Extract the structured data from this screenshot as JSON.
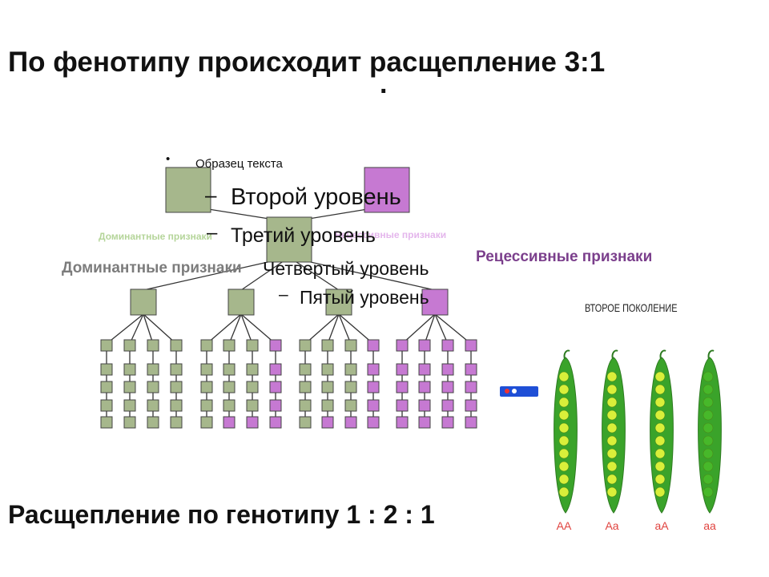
{
  "heading": {
    "phenotype_split": "По фенотипу происходит расщепление  3:1",
    "dot": "."
  },
  "footer": {
    "genotype_split": "Расщепление по генотипу 1 : 2 : 1"
  },
  "placeholder_outline": {
    "level1": "Образец текста",
    "level2": "Второй уровень",
    "level3": "Третий уровень",
    "level4": "Четвертый уровень",
    "level5": "Пятый уровень",
    "bullet": "•",
    "dash": "–"
  },
  "labels": {
    "dominant": "Доминантные признаки",
    "recessive": "Рецессивные признаки",
    "dominant_faded": "Доминантные признаки",
    "recessive_faded": "Рецессивные признаки",
    "second_generation": "ВТОРОЕ ПОКОЛЕНИЕ"
  },
  "genotypes": [
    "AA",
    "Aa",
    "aA",
    "aa"
  ],
  "colors": {
    "dominant_fill": "#a6b78c",
    "recessive_fill": "#c679d2",
    "node_stroke": "#444444",
    "pod_green": "#3aa32a",
    "seed_yellow": "#d9ef3a",
    "seed_green": "#47b82a",
    "genotype_text": "#e0433f",
    "recessive_label": "#7b3f8c"
  },
  "tree": {
    "parents": [
      "dominant",
      "recessive"
    ],
    "f1": "dominant",
    "f2": [
      "dominant",
      "dominant",
      "dominant",
      "recessive"
    ],
    "f3_columns": [
      [
        "D",
        "D",
        "D",
        "D",
        "D"
      ],
      [
        "D",
        "D",
        "D",
        "D",
        "D"
      ],
      [
        "D",
        "D",
        "D",
        "D",
        "D"
      ],
      [
        "D",
        "D",
        "D",
        "D",
        "D"
      ],
      [
        "D",
        "D",
        "D",
        "D",
        "D"
      ],
      [
        "D",
        "D",
        "D",
        "D",
        "R"
      ],
      [
        "D",
        "D",
        "D",
        "D",
        "R"
      ],
      [
        "R",
        "R",
        "R",
        "R",
        "R"
      ],
      [
        "D",
        "D",
        "D",
        "D",
        "D"
      ],
      [
        "D",
        "D",
        "D",
        "D",
        "R"
      ],
      [
        "D",
        "D",
        "D",
        "D",
        "R"
      ],
      [
        "R",
        "R",
        "R",
        "R",
        "R"
      ],
      [
        "R",
        "R",
        "R",
        "R",
        "R"
      ],
      [
        "R",
        "R",
        "R",
        "R",
        "R"
      ],
      [
        "R",
        "R",
        "R",
        "R",
        "R"
      ],
      [
        "R",
        "R",
        "R",
        "R",
        "R"
      ]
    ]
  },
  "pods": [
    {
      "genotype": "AA",
      "seeds": "yellow"
    },
    {
      "genotype": "Aa",
      "seeds": "yellow"
    },
    {
      "genotype": "aA",
      "seeds": "yellow"
    },
    {
      "genotype": "aa",
      "seeds": "green"
    }
  ]
}
